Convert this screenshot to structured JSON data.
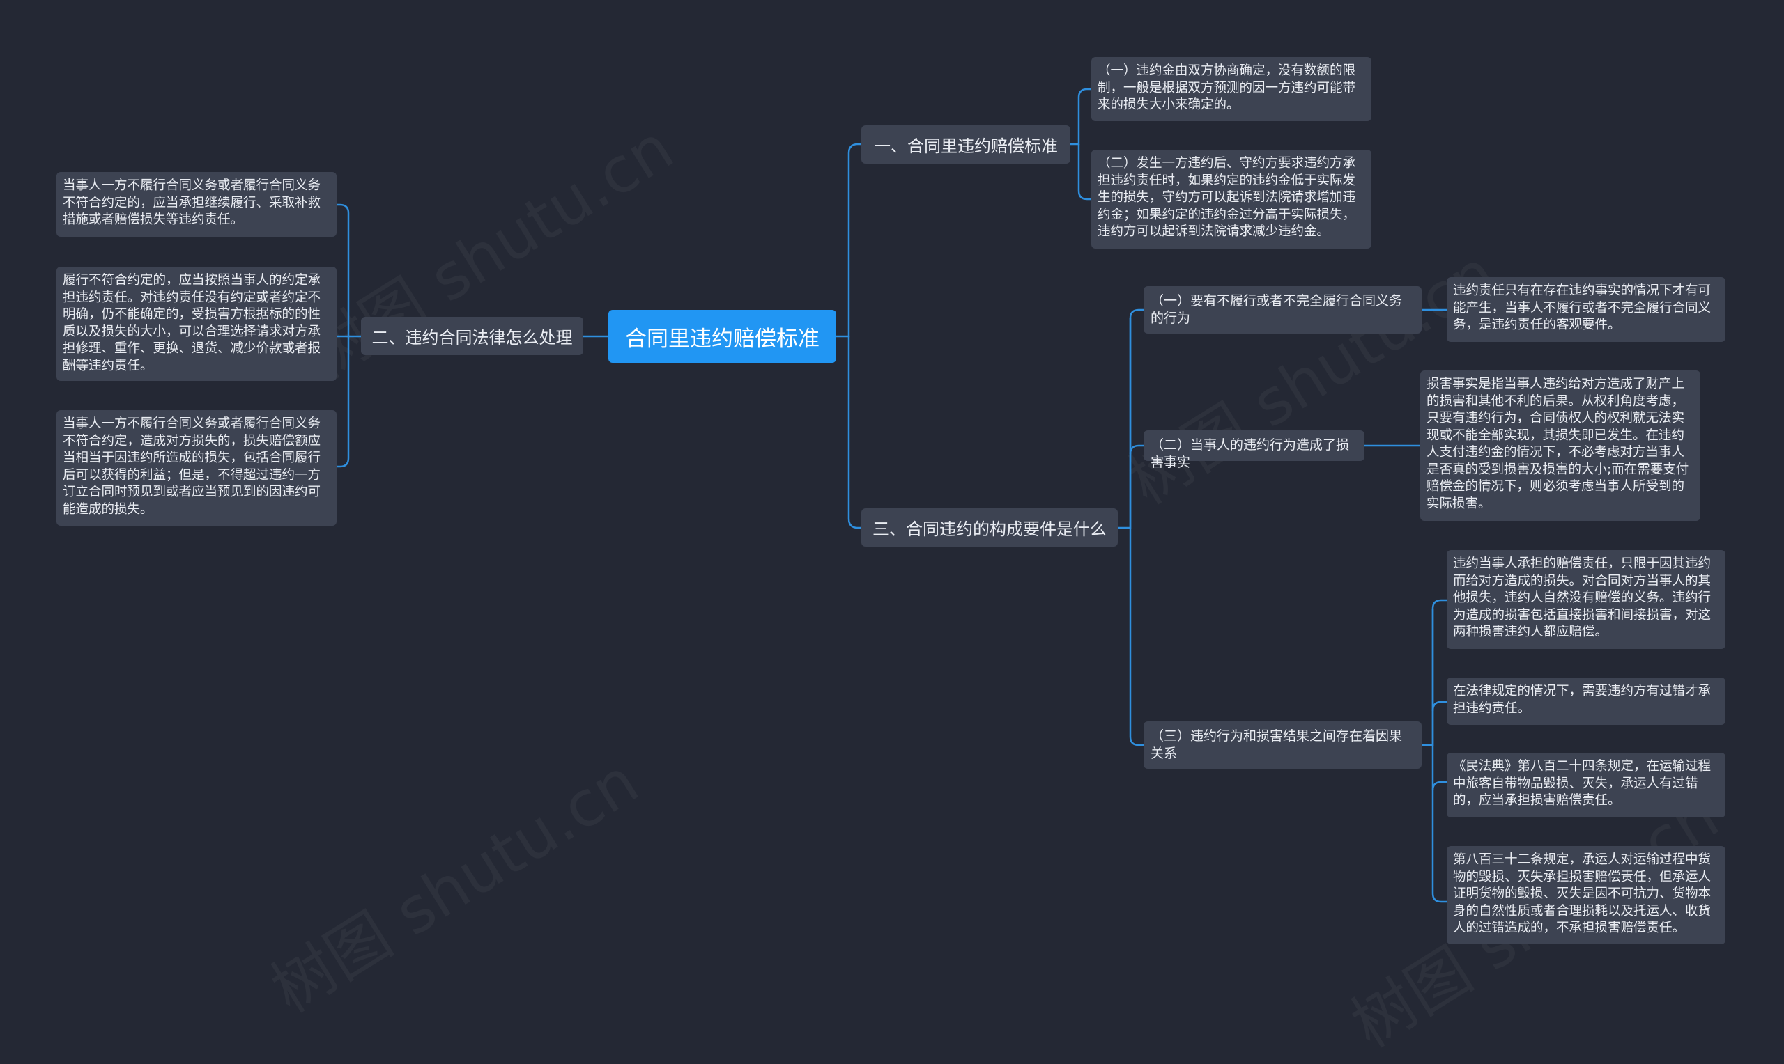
{
  "watermark": "树图 shutu.cn",
  "colors": {
    "background": "#242834",
    "root": "#2196f3",
    "node": "#3d4352",
    "link": "#2f8fde"
  },
  "root": {
    "label": "合同里违约赔偿标准"
  },
  "branch1": {
    "label": "一、合同里违约赔偿标准",
    "leaves": [
      "（一）违约金由双方协商确定，没有数额的限制，一般是根据双方预测的因一方违约可能带来的损失大小来确定的。",
      "（二）发生一方违约后、守约方要求违约方承担违约责任时，如果约定的违约金低于实际发生的损失，守约方可以起诉到法院请求增加违约金；如果约定的违约金过分高于实际损失，违约方可以起诉到法院请求减少违约金。"
    ]
  },
  "branch2": {
    "label": "二、违约合同法律怎么处理",
    "leaves": [
      "当事人一方不履行合同义务或者履行合同义务不符合约定的，应当承担继续履行、采取补救措施或者赔偿损失等违约责任。",
      "履行不符合约定的，应当按照当事人的约定承担违约责任。对违约责任没有约定或者约定不明确，仍不能确定的，受损害方根据标的的性质以及损失的大小，可以合理选择请求对方承担修理、重作、更换、退货、减少价款或者报酬等违约责任。",
      "当事人一方不履行合同义务或者履行合同义务不符合约定，造成对方损失的，损失赔偿额应当相当于因违约所造成的损失，包括合同履行后可以获得的利益；但是，不得超过违约一方订立合同时预见到或者应当预见到的因违约可能造成的损失。"
    ]
  },
  "branch3": {
    "label": "三、合同违约的构成要件是什么",
    "subs": [
      {
        "label": "（一）要有不履行或者不完全履行合同义务的行为",
        "leaves": [
          "违约责任只有在存在违约事实的情况下才有可能产生，当事人不履行或者不完全履行合同义务，是违约责任的客观要件。"
        ]
      },
      {
        "label": "（二）当事人的违约行为造成了损害事实",
        "leaves": [
          "损害事实是指当事人违约给对方造成了财产上的损害和其他不利的后果。从权利角度考虑，只要有违约行为，合同债权人的权利就无法实现或不能全部实现，其损失即已发生。在违约人支付违约金的情况下，不必考虑对方当事人是否真的受到损害及损害的大小;而在需要支付赔偿金的情况下，则必须考虑当事人所受到的实际损害。"
        ]
      },
      {
        "label": "（三）违约行为和损害结果之间存在着因果关系",
        "leaves": [
          "违约当事人承担的赔偿责任，只限于因其违约而给对方造成的损失。对合同对方当事人的其他损失，违约人自然没有赔偿的义务。违约行为造成的损害包括直接损害和间接损害，对这两种损害违约人都应赔偿。",
          "在法律规定的情况下，需要违约方有过错才承担违约责任。",
          "《民法典》第八百二十四条规定，在运输过程中旅客自带物品毁损、灭失，承运人有过错的，应当承担损害赔偿责任。",
          "第八百三十二条规定，承运人对运输过程中货物的毁损、灭失承担损害赔偿责任，但承运人证明货物的毁损、灭失是因不可抗力、货物本身的自然性质或者合理损耗以及托运人、收货人的过错造成的，不承担损害赔偿责任。"
        ]
      }
    ]
  }
}
